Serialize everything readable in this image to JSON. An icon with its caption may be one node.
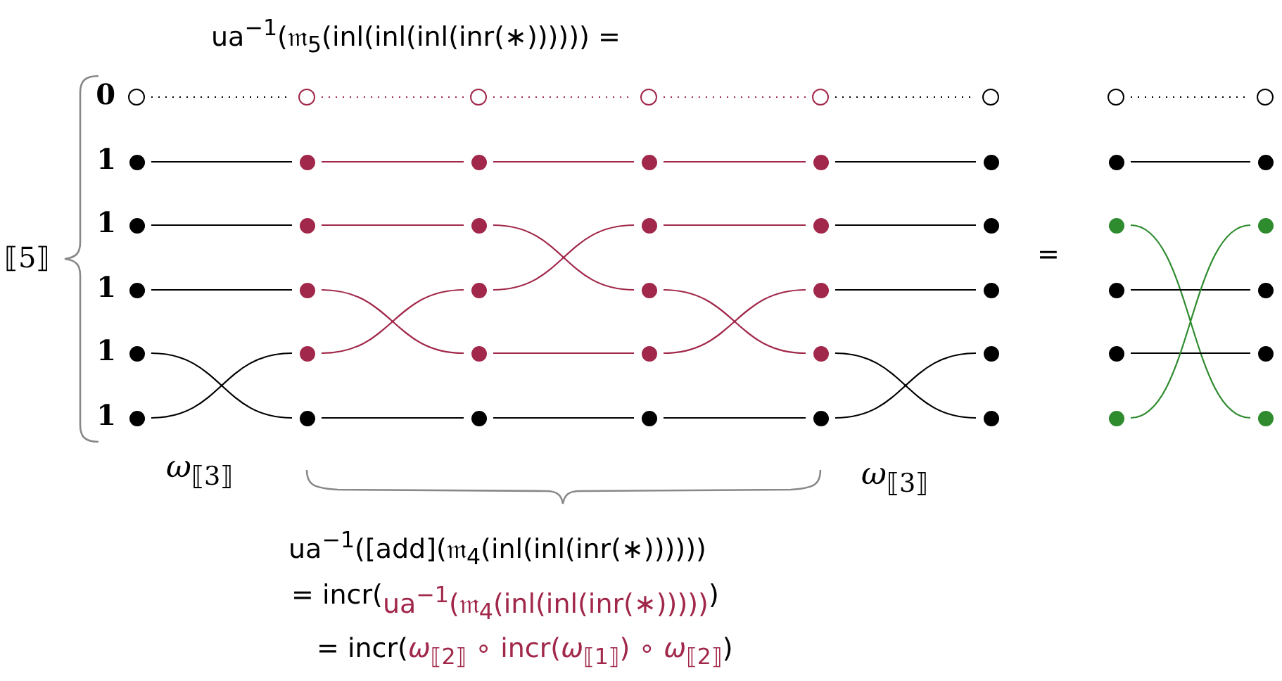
{
  "diagram": {
    "nodes": [
      {
        "text": [],
        "shape": "circle",
        "beside": [
          "0"
        ]
      },
      {
        "text": [],
        "shape": "dot",
        "beside": [
          "1"
        ]
      },
      {
        "text": [],
        "shape": "dot",
        "beside": [
          "1"
        ]
      },
      {
        "text": [],
        "shape": "dot",
        "beside": [
          "1"
        ]
      },
      {
        "text": [],
        "shape": "dot",
        "beside": [
          "1"
        ]
      },
      {
        "text": [],
        "shape": "dot",
        "beside": [
          "1"
        ]
      },
      {
        "text": [],
        "shape": "circle"
      },
      {
        "text": [],
        "shape": "dot"
      },
      {
        "text": [],
        "shape": "dot"
      },
      {
        "text": [],
        "shape": "dot"
      },
      {
        "text": [],
        "shape": "dot"
      },
      {
        "text": [],
        "shape": "dot"
      },
      {
        "text": [],
        "shape": "circle"
      },
      {
        "text": [],
        "shape": "dot"
      },
      {
        "text": [],
        "shape": "dot"
      },
      {
        "text": [],
        "shape": "dot"
      },
      {
        "text": [],
        "shape": "dot"
      },
      {
        "text": [],
        "shape": "dot"
      },
      {
        "text": [],
        "shape": "circle"
      },
      {
        "text": [],
        "shape": "dot"
      },
      {
        "text": [],
        "shape": "dot"
      },
      {
        "text": [],
        "shape": "dot"
      },
      {
        "text": [],
        "shape": "dot"
      },
      {
        "text": [],
        "shape": "dot"
      },
      {
        "text": [],
        "shape": "circle"
      },
      {
        "text": [],
        "shape": "dot"
      },
      {
        "text": [],
        "shape": "dot"
      },
      {
        "text": [],
        "shape": "dot"
      },
      {
        "text": [],
        "shape": "dot"
      },
      {
        "text": [],
        "shape": "dot"
      },
      {
        "text": [],
        "shape": "circle"
      },
      {
        "text": [],
        "shape": "dot"
      },
      {
        "text": [],
        "shape": "dot"
      },
      {
        "text": [],
        "shape": "dot"
      },
      {
        "text": [],
        "shape": "dot"
      },
      {
        "text": [],
        "shape": "dot"
      },
      {
        "text": [],
        "shape": "circle"
      },
      {
        "text": [],
        "shape": "dot"
      },
      {
        "text": [],
        "shape": "dot"
      },
      {
        "text": [],
        "shape": "dot"
      },
      {
        "text": [],
        "shape": "dot"
      },
      {
        "text": [],
        "shape": "dot"
      },
      {
        "text": [],
        "shape": "circle"
      },
      {
        "text": [],
        "shape": "dot"
      },
      {
        "text": [],
        "shape": "dot"
      },
      {
        "text": [],
        "shape": "dot"
      },
      {
        "text": [],
        "shape": "dot"
      },
      {
        "text": [],
        "shape": "dot"
      }
    ],
    "edges": [
      {
        "from": 0,
        "to": 6,
        "arrow": "none",
        "style": "dashed"
      },
      {
        "from": 1,
        "to": 7,
        "arrow": "none"
      },
      {
        "from": 2,
        "to": 8,
        "arrow": "none"
      },
      {
        "from": 3,
        "to": 9,
        "arrow": "none"
      },
      {
        "from": 4,
        "to": 11,
        "arrow": "none"
      },
      {
        "from": 5,
        "to": 10,
        "arrow": "none"
      },
      {
        "from": 6,
        "to": 12,
        "arrow": "none",
        "style": "dashed",
        "color": "#a1284a"
      },
      {
        "from": 7,
        "to": 13,
        "arrow": "none",
        "color": "#a1284a"
      },
      {
        "from": 8,
        "to": 14,
        "arrow": "none",
        "color": "#a1284a"
      },
      {
        "from": 9,
        "to": 16,
        "arrow": "none",
        "color": "#a1284a"
      },
      {
        "from": 10,
        "to": 15,
        "arrow": "none",
        "color": "#a1284a"
      },
      {
        "from": 11,
        "to": 17,
        "arrow": "none"
      },
      {
        "from": 12,
        "to": 18,
        "arrow": "none",
        "style": "dashed",
        "color": "#a1284a"
      },
      {
        "from": 13,
        "to": 19,
        "arrow": "none",
        "color": "#a1284a"
      },
      {
        "from": 14,
        "to": 21,
        "arrow": "none",
        "color": "#a1284a"
      },
      {
        "from": 15,
        "to": 20,
        "arrow": "none",
        "color": "#a1284a"
      },
      {
        "from": 16,
        "to": 22,
        "arrow": "none",
        "color": "#a1284a"
      },
      {
        "from": 17,
        "to": 23,
        "arrow": "none"
      },
      {
        "from": 18,
        "to": 24,
        "arrow": "none",
        "style": "dashed",
        "color": "#a1284a"
      },
      {
        "from": 19,
        "to": 25,
        "arrow": "none",
        "color": "#a1284a"
      },
      {
        "from": 20,
        "to": 26,
        "arrow": "none",
        "color": "#a1284a"
      },
      {
        "from": 21,
        "to": 28,
        "arrow": "none",
        "color": "#a1284a"
      },
      {
        "from": 22,
        "to": 27,
        "arrow": "none",
        "color": "#a1284a"
      },
      {
        "from": 23,
        "to": 29,
        "arrow": "none"
      },
      {
        "from": 24,
        "to": 30,
        "arrow": "none",
        "style": "dashed"
      },
      {
        "from": 25,
        "to": 31,
        "arrow": "none"
      },
      {
        "from": 26,
        "to": 32,
        "arrow": "none"
      },
      {
        "from": 27,
        "to": 33,
        "arrow": "none"
      },
      {
        "from": 28,
        "to": 35,
        "arrow": "none"
      },
      {
        "from": 29,
        "to": 34,
        "arrow": "none"
      },
      {
        "from": 36,
        "to": 42,
        "arrow": "none",
        "style": "dashed"
      },
      {
        "from": 37,
        "to": 43,
        "arrow": "none"
      },
      {
        "from": 38,
        "to": 47,
        "arrow": "none",
        "color": "#2e8b2e"
      },
      {
        "from": 39,
        "to": 45,
        "arrow": "none"
      },
      {
        "from": 40,
        "to": 46,
        "arrow": "none"
      },
      {
        "from": 41,
        "to": 44,
        "arrow": "none",
        "color": "#2e8b2e"
      }
    ],
    "labels": [
      "ua$^{−1}$(𝔪$_{5}$(inl(inl(inl(inr(∗)))))) =",
      "⟦5⟧",
      "=",
      "*ω*$_{⟦3⟧}$",
      "*ω*$_{⟦3⟧}$",
      "ua$^{−1}$([add](𝔪$_{4}$(inl(inl(inr(∗))))))",
      "= incr(",
      "ua$^{−1}$(𝔪$_{4}$(inl(inl(inr(∗)))))",
      ")",
      "= incr(",
      "*ω*$_{⟦2⟧}$ ∘ incr(*ω*$_{⟦1⟧}$) ∘ *ω*$_{⟦2⟧}$",
      ")"
    ]
  }
}
